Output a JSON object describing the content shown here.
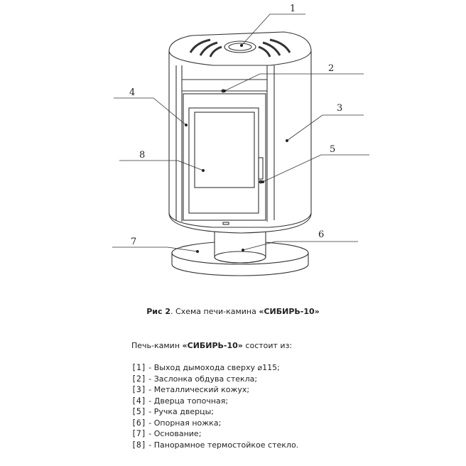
{
  "callouts": [
    "1",
    "2",
    "3",
    "4",
    "5",
    "6",
    "7",
    "8"
  ],
  "caption": {
    "prefix": "Рис 2",
    "text": ". Схема печи-камина ",
    "model": "«СИБИРЬ-10»"
  },
  "intro": {
    "text": "Печь-камин ",
    "model": "«СИБИРЬ-10»",
    "suffix": " состоит из:"
  },
  "parts": [
    {
      "num": "[1]",
      "label": " - Выход дымохода сверху ⌀115;"
    },
    {
      "num": "[2]",
      "label": " - Заслонка обдува стекла;"
    },
    {
      "num": "[3]",
      "label": " - Металлический кожух;"
    },
    {
      "num": "[4]",
      "label": " - Дверца топочная;"
    },
    {
      "num": "[5]",
      "label": " - Ручка дверцы;"
    },
    {
      "num": "[6]",
      "label": " - Опорная ножка;"
    },
    {
      "num": "[7]",
      "label": " - Основание;"
    },
    {
      "num": "[8]",
      "label": " - Панорамное термостойкое стекло."
    }
  ]
}
